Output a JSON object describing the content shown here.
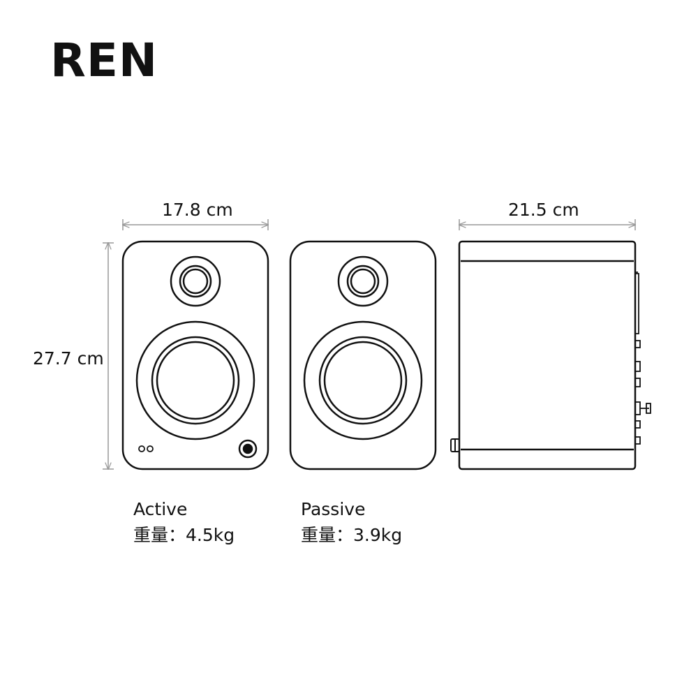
{
  "title": "REN",
  "dimensions": {
    "front_width": "17.8 cm",
    "side_depth": "21.5 cm",
    "height": "27.7 cm"
  },
  "speakers": [
    {
      "name": "Active",
      "weight": "重量：4.5kg"
    },
    {
      "name": "Passive",
      "weight": "重量：3.9kg"
    }
  ]
}
